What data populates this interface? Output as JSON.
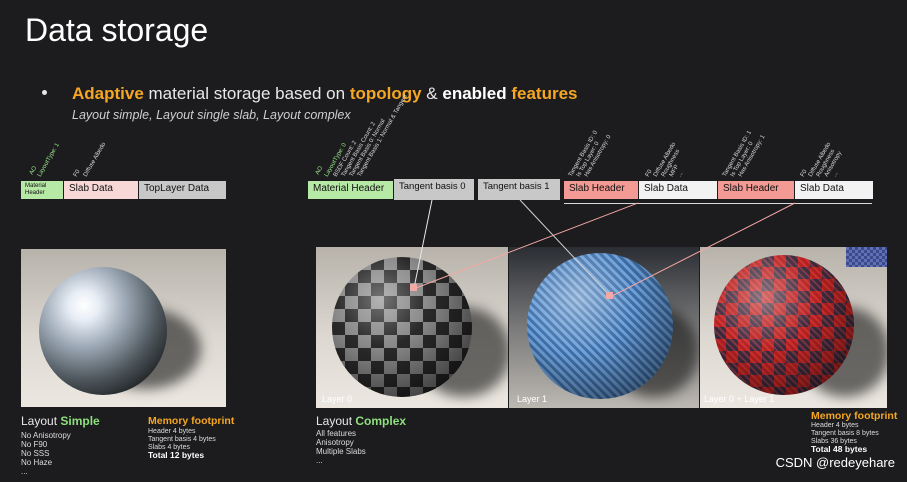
{
  "title": "Data storage",
  "headline": {
    "p1": "Adaptive",
    "p2": " material storage based on ",
    "p3": "topology",
    "p4": " & ",
    "p5": "enabled",
    "p6": " ",
    "p7": "features"
  },
  "subline": "Layout simple, Layout single slab, Layout complex",
  "simple_bar": {
    "annotations": [
      "AO",
      "LayoutType: 1",
      "F0",
      "Diffuse Albedo"
    ],
    "cells": [
      "Material Header",
      "Slab Data",
      "TopLayer Data"
    ]
  },
  "complex_bar": {
    "annotations_a": [
      "AO",
      "LayoutType: 0",
      "BSDF Count: 2",
      "Tangent Basis Count: 2",
      "Tangent Basis 0: Normal",
      "Tangent Basis 1: Normal & Tangent"
    ],
    "annotations_b": [
      "Tangent Basis ID: 0",
      "Is Top Layer: 0",
      "Has Anisotropy: 0"
    ],
    "annotations_c": [
      "F0",
      "Diffuse Albedo",
      "Roughness",
      "MFP",
      "..."
    ],
    "annotations_d": [
      "Tangent Basis ID: 1",
      "Is Top Layer: 0",
      "Has Anisotropy: 1"
    ],
    "annotations_e": [
      "F0",
      "Diffuse Albedo",
      "Roughness",
      "Anisotropy",
      "..."
    ],
    "cells": [
      "Material Header",
      "Tangent basis 0",
      "Tangent basis 1",
      "Slab Header",
      "Slab Data",
      "Slab Header",
      "Slab Data"
    ]
  },
  "images": {
    "layer0": "Layer 0",
    "layer1": "Layer 1",
    "layer01": "Layer 0 + Layer 1"
  },
  "simple": {
    "heading_prefix": "Layout ",
    "heading_strong": "Simple",
    "features": [
      "No Anisotropy",
      "No F90",
      "No SSS",
      "No Haze",
      "..."
    ],
    "mem_title": "Memory footprint",
    "mem_lines": [
      "Header 4 bytes",
      "Tangent basis 4 bytes",
      "Slabs 4 bytes"
    ],
    "mem_total": "Total 12 bytes"
  },
  "complex": {
    "heading_prefix": "Layout ",
    "heading_strong": "Complex",
    "features": [
      "All features",
      "Anisotropy",
      "Multiple Slabs",
      "..."
    ],
    "mem_title": "Memory footprint",
    "mem_lines": [
      "Header 4 bytes",
      "Tangent basis 8 bytes",
      "Slabs 36 bytes"
    ],
    "mem_total": "Total 48 bytes"
  },
  "watermark": "CSDN @redeyehare",
  "colors": {
    "accent": "#f5a623",
    "green": "#8ee07c"
  }
}
